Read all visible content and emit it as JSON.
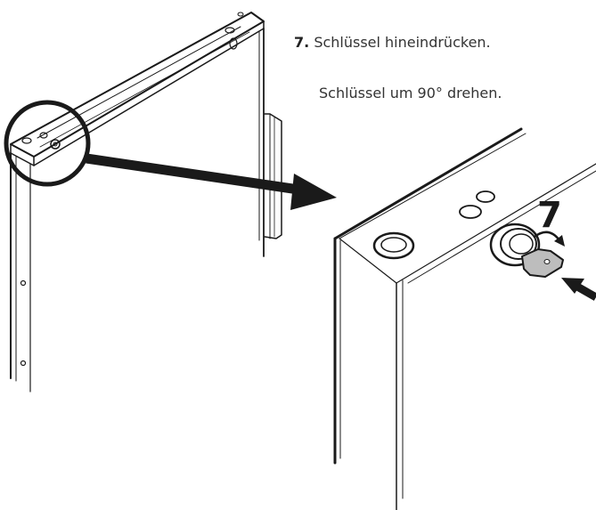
{
  "instructions": {
    "step_number": "7.",
    "step_text": "Schlüssel hineindrücken.",
    "second_line": "Schlüssel um 90° drehen."
  },
  "callout": {
    "number": "7"
  },
  "colors": {
    "line": "#1a1a1a",
    "key_fill": "#bdbdbd",
    "text": "#333333"
  }
}
